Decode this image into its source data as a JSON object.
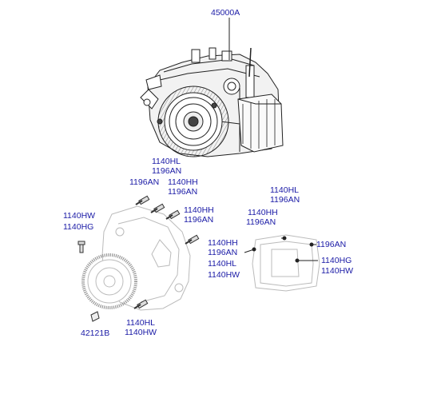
{
  "labels": {
    "top_assembly": "45000A",
    "b1_l1": "1140HL",
    "b1_l2": "1196AN",
    "b2": "1196AN",
    "b3_l1": "1140HH",
    "b3_l2": "1196AN",
    "b4_l1": "1140HH",
    "b4_l2": "1196AN",
    "left_l1": "1140HW",
    "left_l2": "1140HG",
    "plate": "42121B",
    "bottom_l1": "1140HL",
    "bottom_l2": "1140HW",
    "r_top_l1": "1140HL",
    "r_top_l2": "1196AN",
    "r_top2_l1": "1140HH",
    "r_top2_l2": "1196AN",
    "r_left_l1": "1140HH",
    "r_left_l2": "1196AN",
    "r_left_l3": "1140HL",
    "r_left_l4": "1140HW",
    "r_right1": "1196AN",
    "r_right2_l1": "1140HG",
    "r_right2_l2": "1140HW"
  },
  "colors": {
    "label": "#1a1aa6",
    "line": "#222222"
  }
}
